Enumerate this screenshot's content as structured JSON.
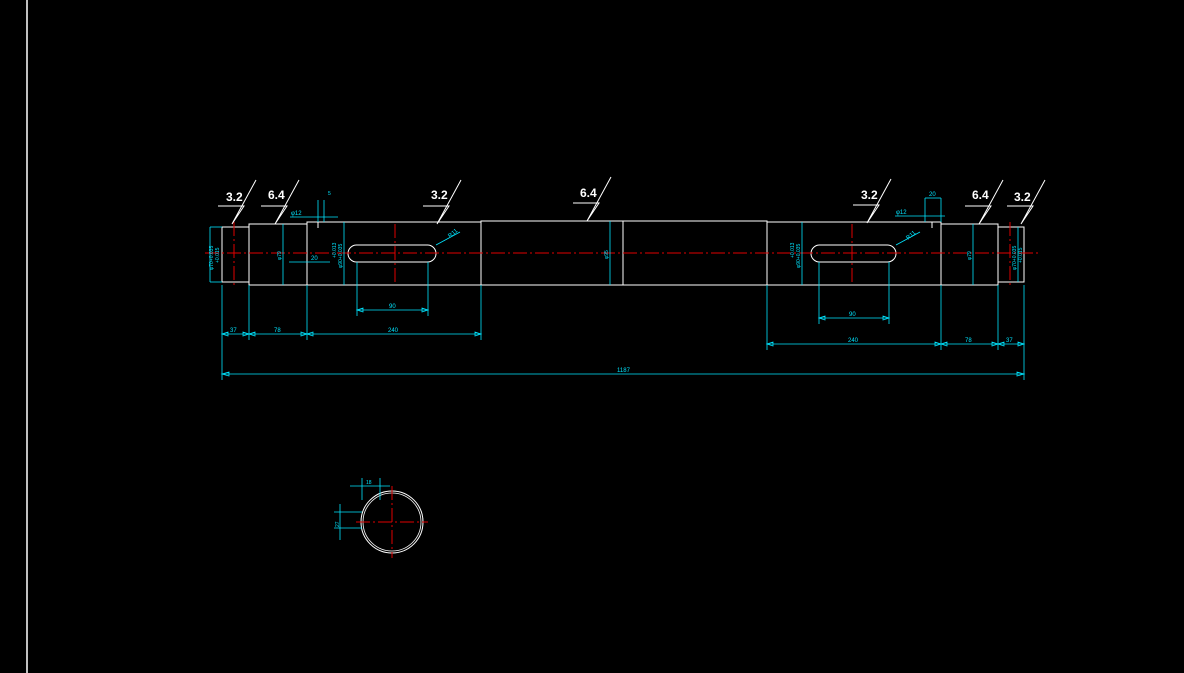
{
  "roughness": {
    "r1": "3.2",
    "r2": "6.4",
    "r3": "3.2",
    "r4": "6.4",
    "r5": "3.2",
    "r6": "6.4",
    "r7": "3.2"
  },
  "dims": {
    "overall": "1187",
    "left_end": "37",
    "left_step": "78",
    "left_body": "240",
    "right_body": "240",
    "right_step": "78",
    "right_end": "37",
    "left_key_len": "90",
    "right_key_len": "90",
    "left_gap": "20",
    "left_top_small": "5",
    "right_top_small": "20",
    "left_phi12": "φ12",
    "right_phi12": "φ12",
    "left_r": "R11",
    "right_r": "R11",
    "left_end_dia": "φ70+0.035",
    "left_end_dia_b": "+0.015",
    "right_end_dia": "φ70+0.035",
    "right_end_dia_b": "+0.015",
    "left_step_dia": "φ79",
    "right_step_dia": "φ79",
    "left_body_dia": "φ90+0.035",
    "left_body_dia_b": "+0.013",
    "right_body_dia": "φ90+0.035",
    "right_body_dia_b": "+0.013",
    "center_dia": "φ95",
    "section_w": "18",
    "section_h": "27"
  },
  "colors": {
    "background": "#000000",
    "outline": "#ffffff",
    "dimension": "#00e5ff",
    "centerline": "#e00000"
  }
}
